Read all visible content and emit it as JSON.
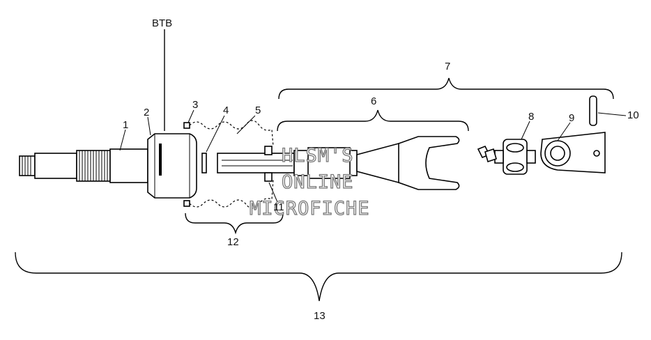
{
  "diagram": {
    "reference_label": "BTB",
    "callouts": [
      {
        "id": "1",
        "text": "1"
      },
      {
        "id": "2",
        "text": "2"
      },
      {
        "id": "3",
        "text": "3"
      },
      {
        "id": "4",
        "text": "4"
      },
      {
        "id": "5",
        "text": "5"
      },
      {
        "id": "6",
        "text": "6"
      },
      {
        "id": "7",
        "text": "7"
      },
      {
        "id": "8",
        "text": "8"
      },
      {
        "id": "9",
        "text": "9"
      },
      {
        "id": "10",
        "text": "10"
      },
      {
        "id": "11",
        "text": "11"
      },
      {
        "id": "12",
        "text": "12"
      },
      {
        "id": "13",
        "text": "13"
      }
    ],
    "watermark": {
      "line1": "HLSM'S",
      "line2": "ONLINE",
      "line3": "MICROFICHE"
    }
  }
}
